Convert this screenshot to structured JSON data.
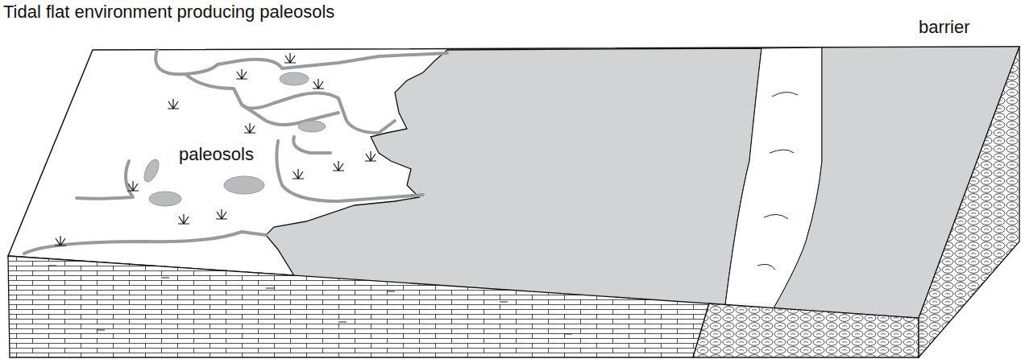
{
  "diagram": {
    "title": "Tidal flat environment producing paleosols",
    "labels": [
      "paleosols",
      "barrier"
    ]
  }
}
